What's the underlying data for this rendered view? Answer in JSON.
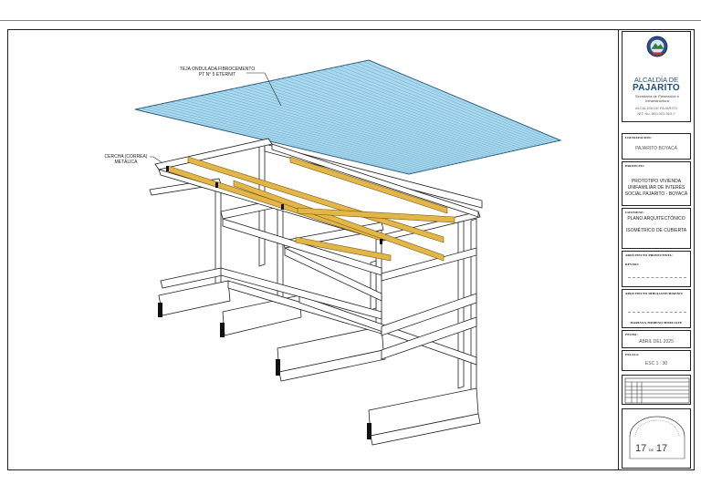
{
  "drawing": {
    "callout_roof_line1": "TEJA ONDULADA FIBROCEMENTO",
    "callout_roof_line2": "PT N° 5 ETERNIT",
    "callout_truss_line1": "CERCHA (CORREA)",
    "callout_truss_line2": "METÁLICA",
    "colors": {
      "roof": "#a9d8ef",
      "truss": "#e2b648",
      "line": "#222222"
    }
  },
  "title_block": {
    "org_line1": "ALCALDÍA DE",
    "org_line2": "PAJARITO",
    "org_line3": "Secretaría de Planeación e Infraestructura",
    "org_line4": "ALCALDÍA DE PAJARITO",
    "org_line5": "NIT. No. 800.003.563-7",
    "location_label": "LOCALIZACIÓN:",
    "location_value": "PAJARITO BOYACÁ",
    "project_label": "PROYECTO:",
    "project_value_line1": "PROTOTIPO VIVIENDA",
    "project_value_line2": "UNIFAMILIAR DE INTERÉS",
    "project_value_line3": "SOCIAL PAJARITO - BOYACÁ",
    "content_label": "CONTIENE:",
    "content_value_line1": "PLANO ARQUITECTÓNICO",
    "content_value_line2": "ISOMÉTRICO DE CUBIERTA",
    "architect_label": "ARQUITECTO PROYECTISTA:",
    "reviewer_label": "REVISÓ:",
    "drafter_label": "ARQUITECTO DIBUJANTE/DISEÑO:",
    "drafter_name": "MARIANA MORENO MORCALVE",
    "date_label": "FECHA:",
    "date_value": "ABRIL DEL 2025",
    "scale_label": "ESCALA:",
    "scale_value": "ESC 1 : 30",
    "sheet_current": "17",
    "sheet_of": "DE",
    "sheet_total": "17"
  }
}
